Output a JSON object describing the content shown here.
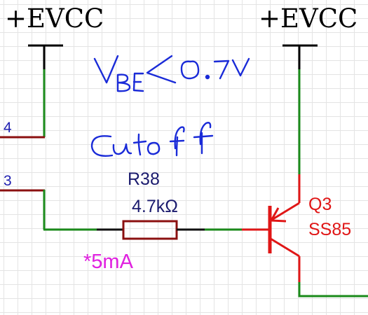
{
  "power_left": "+EVCC",
  "power_right": "+EVCC",
  "pin_upper": "4",
  "pin_lower": "3",
  "resistor": {
    "ref": "R38",
    "value": "4.7kΩ"
  },
  "transistor": {
    "ref": "Q3",
    "part": "SS85"
  },
  "current_note": "*5mA",
  "handwritten": {
    "line1": "VBE < 0.7V",
    "line2": "Cutoff",
    "color": "#1a2bd8"
  },
  "colors": {
    "wire": "#1a8a1a",
    "pin_wire": "#8b1010",
    "body": "#8b1010",
    "transistor": "#e01616",
    "power": "#000000"
  }
}
